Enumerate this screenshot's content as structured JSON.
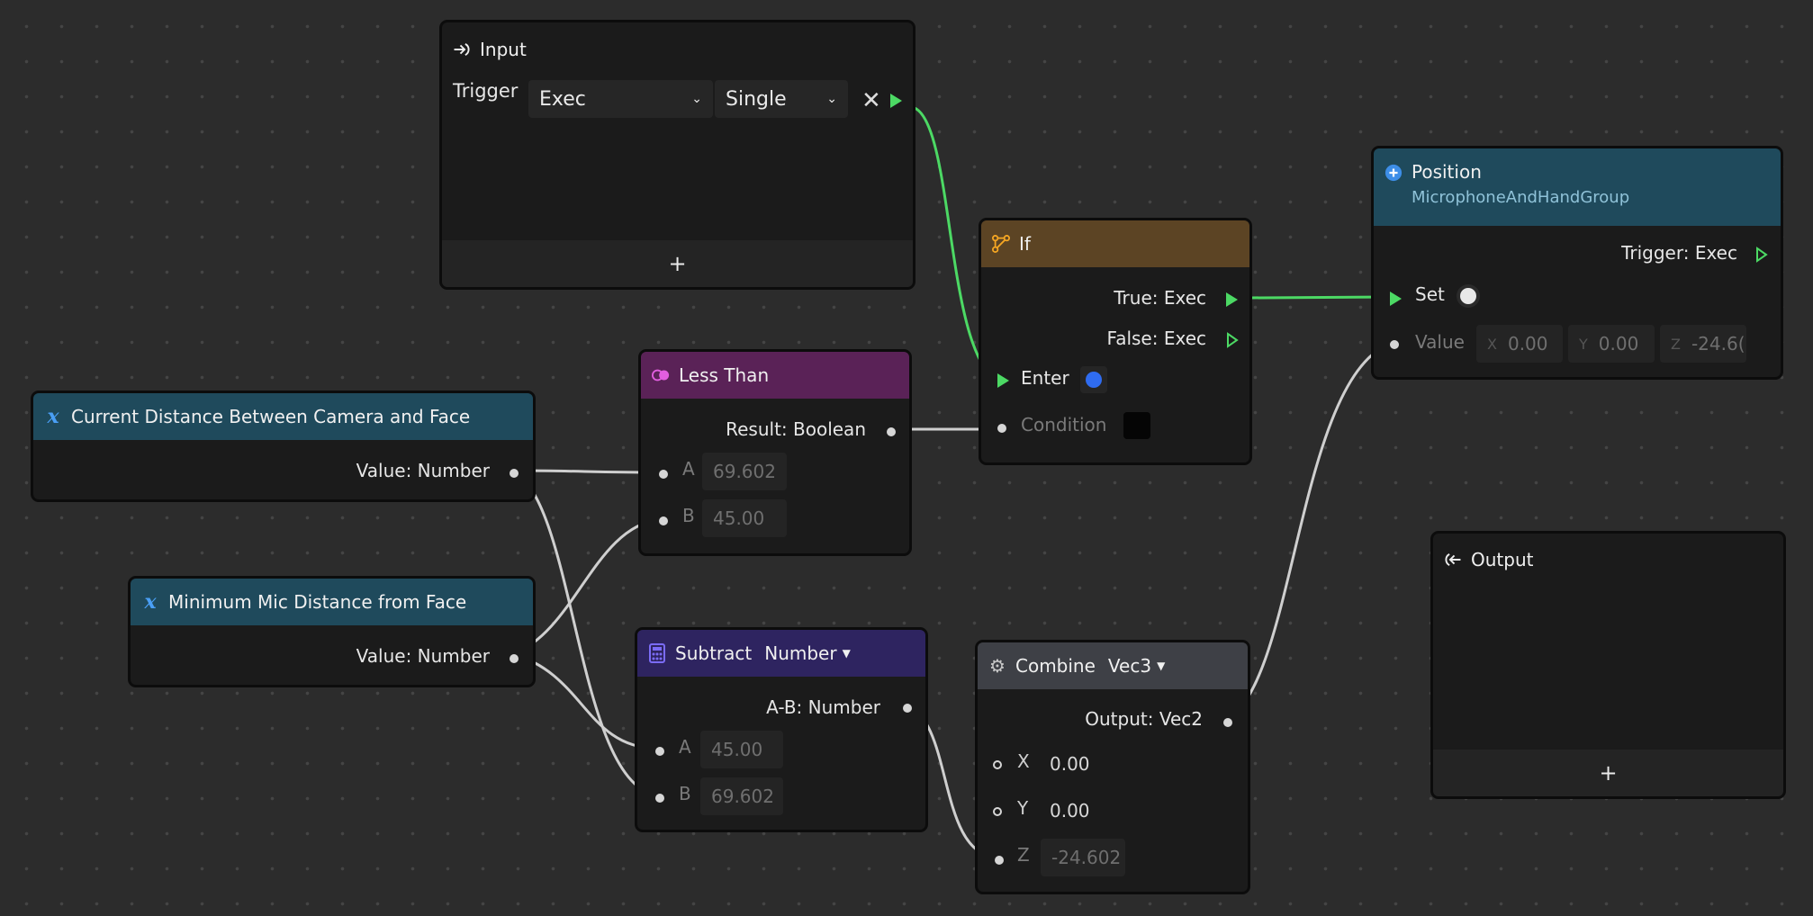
{
  "colors": {
    "canvas": "#2c2c2c",
    "exec_wire": "#4cd964",
    "data_wire": "#d0d0d0",
    "variable_header": "#1f4a5c",
    "less_than_header": "#5a2257",
    "if_header": "#5c4424",
    "subtract_header": "#2e2460",
    "combine_header": "#3e4046",
    "position_header": "#1f4a5c",
    "enter_toggle": "#2f6cf0"
  },
  "input_node": {
    "title": "Input",
    "icon": "enter-arrow-icon",
    "trigger_label": "Trigger",
    "type_value": "Exec",
    "mode_value": "Single",
    "add_label": "+"
  },
  "if_node": {
    "title": "If",
    "icon": "branch-icon",
    "true_label": "True: Exec",
    "false_label": "False: Exec",
    "enter_label": "Enter",
    "condition_label": "Condition"
  },
  "position_node": {
    "title": "Position",
    "subtitle": "MicrophoneAndHandGroup",
    "icon": "plus-circle-icon",
    "trigger_label": "Trigger: Exec",
    "set_label": "Set",
    "value_label": "Value",
    "x_label": "X",
    "x_value": "0.00",
    "y_label": "Y",
    "y_value": "0.00",
    "z_label": "Z",
    "z_value": "-24.6("
  },
  "less_than_node": {
    "title": "Less Than",
    "icon": "compare-icon",
    "result_label": "Result: Boolean",
    "a_label": "A",
    "a_value": "69.602",
    "b_label": "B",
    "b_value": "45.00"
  },
  "current_distance_node": {
    "title": "Current Distance Between Camera and Face",
    "icon": "variable-x-icon",
    "value_label": "Value: Number"
  },
  "min_distance_node": {
    "title": "Minimum Mic Distance from Face",
    "icon": "variable-x-icon",
    "value_label": "Value: Number"
  },
  "subtract_node": {
    "title": "Subtract",
    "type_value": "Number",
    "icon": "calculator-icon",
    "result_label": "A-B: Number",
    "a_label": "A",
    "a_value": "45.00",
    "b_label": "B",
    "b_value": "69.602"
  },
  "combine_node": {
    "title": "Combine",
    "type_value": "Vec3",
    "icon": "gear-icon",
    "output_label": "Output: Vec2",
    "x_label": "X",
    "x_value": "0.00",
    "y_label": "Y",
    "y_value": "0.00",
    "z_label": "Z",
    "z_value": "-24.602"
  },
  "output_node": {
    "title": "Output",
    "icon": "exit-arrow-icon",
    "add_label": "+"
  }
}
